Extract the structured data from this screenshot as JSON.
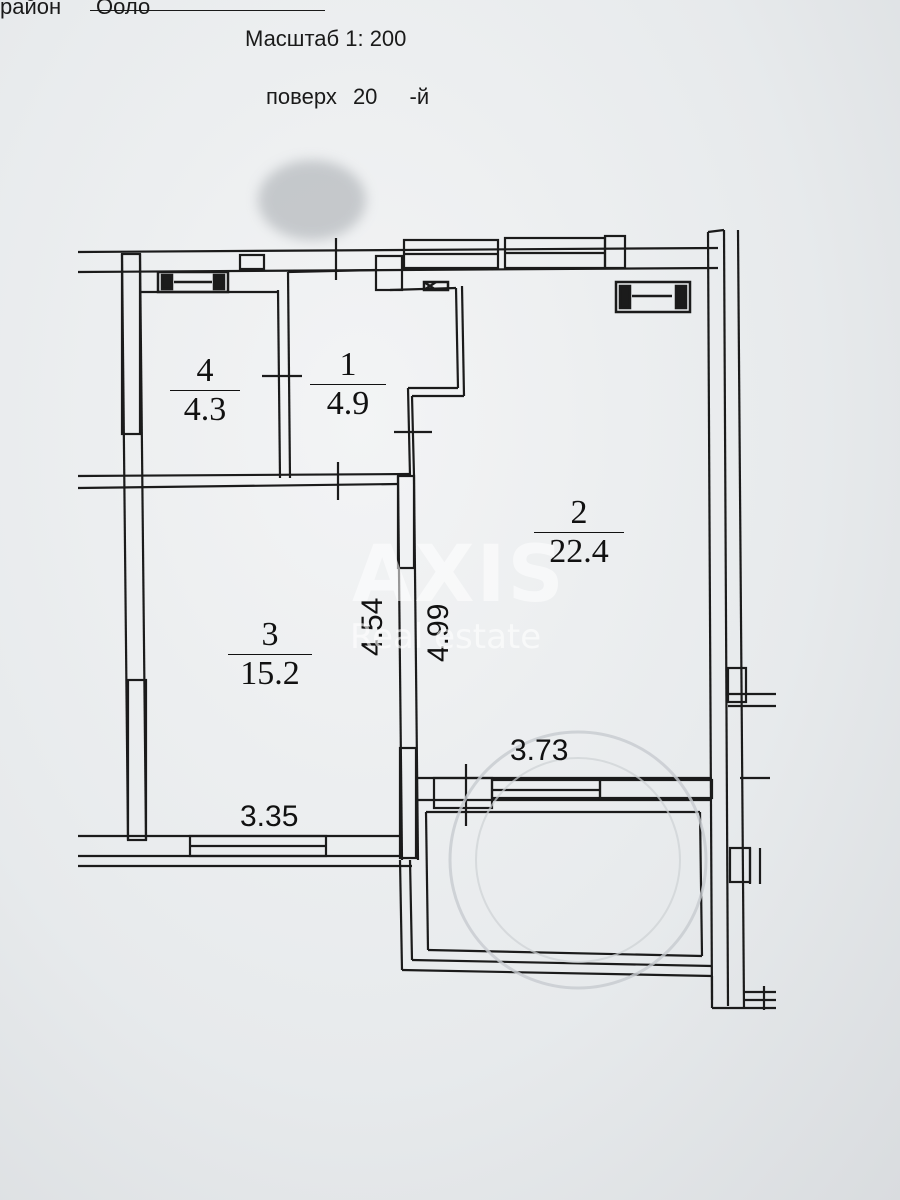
{
  "header": {
    "district_label": "район",
    "district_value": "Ооло",
    "scale": "Масштаб 1: 200",
    "floor_word": "поверх",
    "floor_number": "20",
    "floor_suffix": "-й"
  },
  "rooms": [
    {
      "number": "4",
      "area": "4.3"
    },
    {
      "number": "1",
      "area": "4.9"
    },
    {
      "number": "2",
      "area": "22.4"
    },
    {
      "number": "3",
      "area": "15.2"
    }
  ],
  "dimensions": {
    "room3_height": "4.54",
    "room2_height": "4.99",
    "room2_width": "3.73",
    "room3_width": "3.35"
  },
  "watermark": {
    "brand": "AXIS",
    "tagline": "Real estate"
  }
}
